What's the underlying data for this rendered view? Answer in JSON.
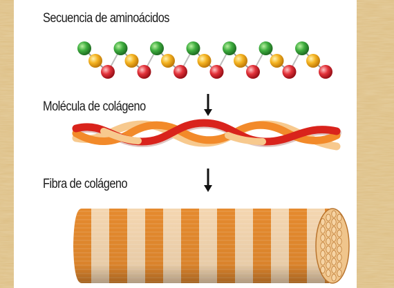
{
  "labels": {
    "amino_sequence": "Secuencia de aminoácidos",
    "collagen_molecule": "Molécula de colágeno",
    "collagen_fiber": "Fibra de colágeno"
  },
  "colors": {
    "background": "#d9b97e",
    "panel": "#ffffff",
    "amino_green": "#3aa53a",
    "amino_yellow": "#f2b21e",
    "amino_red": "#e0303a",
    "strand_red": "#d9231c",
    "strand_orange": "#f28a2a",
    "strand_light": "#f7c98e",
    "fiber_orange": "#e58a2e",
    "fiber_light": "#f4d6b0"
  }
}
